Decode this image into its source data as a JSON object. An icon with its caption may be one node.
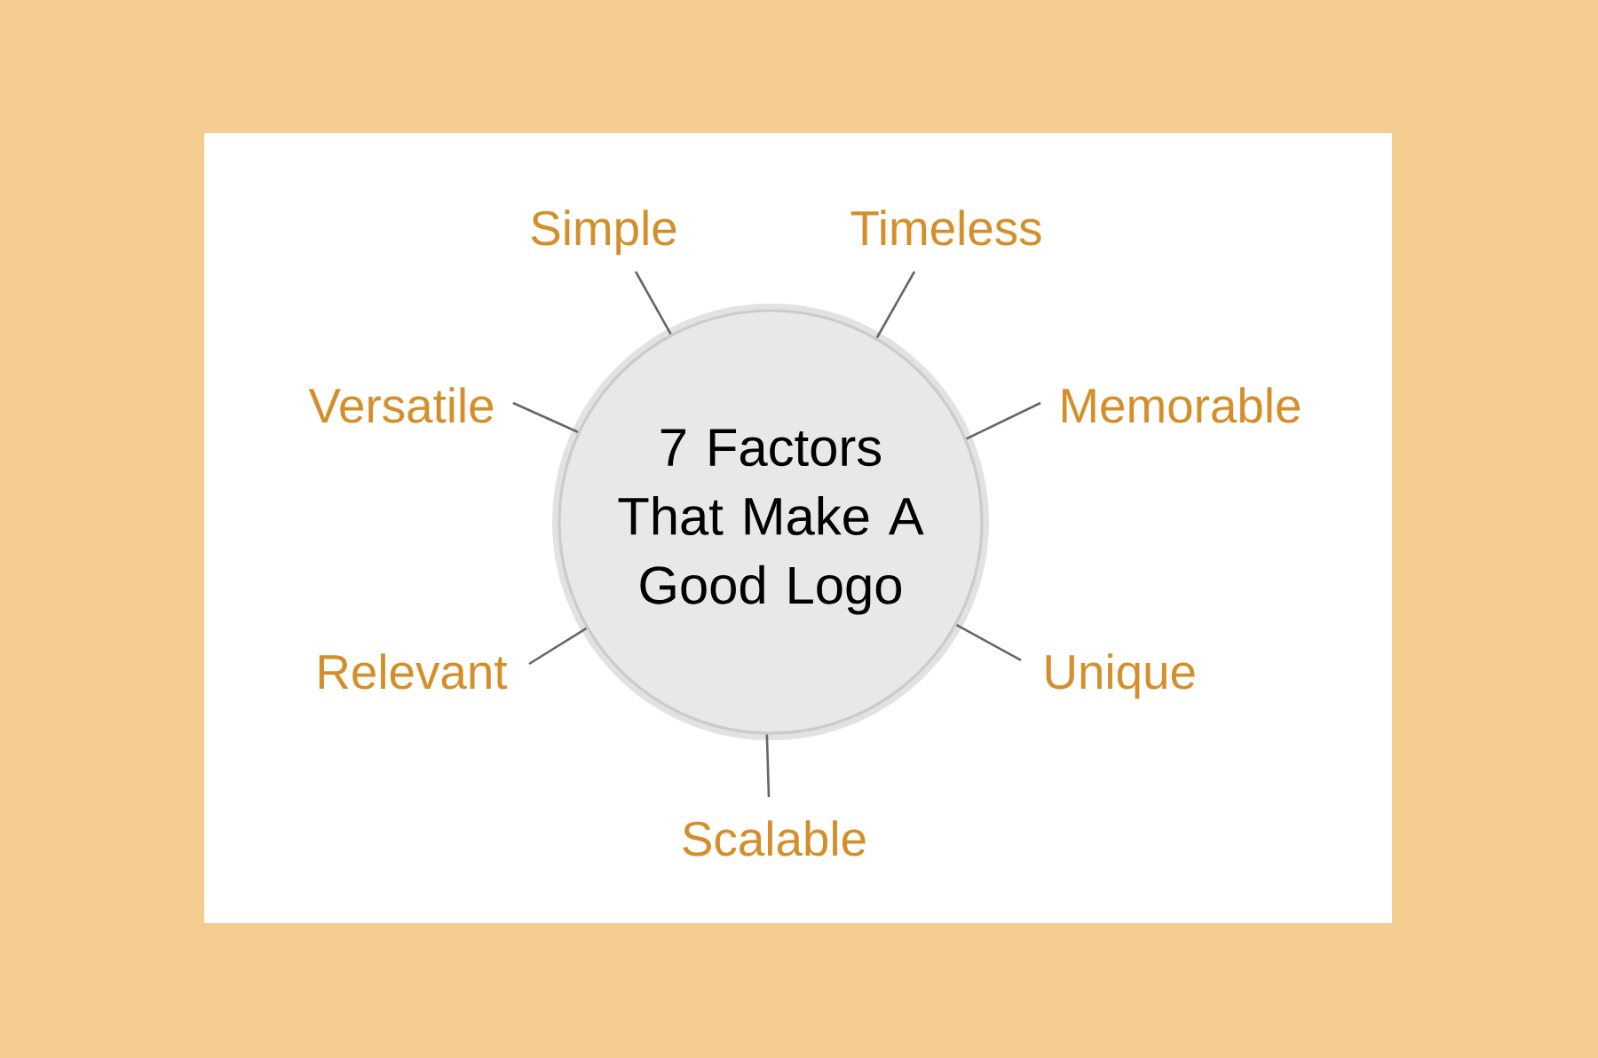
{
  "diagram": {
    "nodes": [
      {
        "text": [
          "7 Factors That Make A Good Logo"
        ]
      },
      {
        "text": [
          "Simple"
        ]
      },
      {
        "text": [
          "Timeless"
        ]
      },
      {
        "text": [
          "Versatile"
        ]
      },
      {
        "text": [
          "Memorable"
        ]
      },
      {
        "text": [
          "Relevant"
        ]
      },
      {
        "text": [
          "Unique"
        ]
      },
      {
        "text": [
          "Scalable"
        ]
      }
    ],
    "edges": [
      {
        "from": 1,
        "to": 0,
        "arrow": "none"
      },
      {
        "from": 2,
        "to": 0,
        "arrow": "none"
      },
      {
        "from": 3,
        "to": 0,
        "arrow": "none"
      },
      {
        "from": 4,
        "to": 0,
        "arrow": "none"
      },
      {
        "from": 5,
        "to": 0,
        "arrow": "none"
      },
      {
        "from": 6,
        "to": 0,
        "arrow": "none"
      },
      {
        "from": 7,
        "to": 0,
        "arrow": "none"
      }
    ]
  }
}
